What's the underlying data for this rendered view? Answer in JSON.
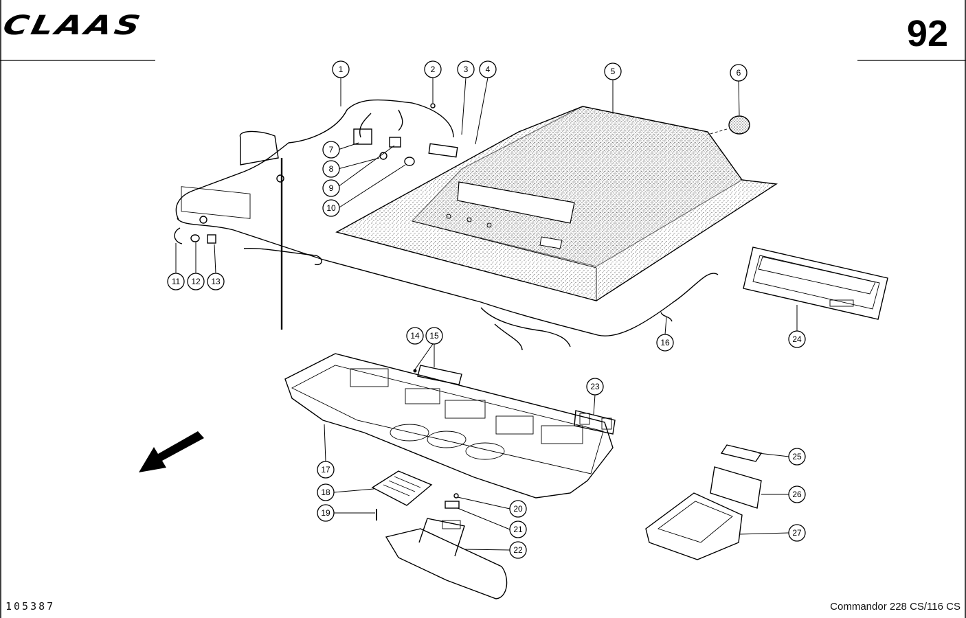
{
  "header": {
    "brand": "CLAAS",
    "page_number": "92"
  },
  "footer": {
    "document_number": "105387",
    "model": "Commandor 228 CS/116 CS"
  },
  "callouts": [
    "1",
    "2",
    "3",
    "4",
    "5",
    "6",
    "7",
    "8",
    "9",
    "10",
    "11",
    "12",
    "13",
    "14",
    "15",
    "16",
    "17",
    "18",
    "19",
    "20",
    "21",
    "22",
    "23",
    "24",
    "25",
    "26",
    "27"
  ],
  "direction_arrow": "arrow-down-left-icon"
}
